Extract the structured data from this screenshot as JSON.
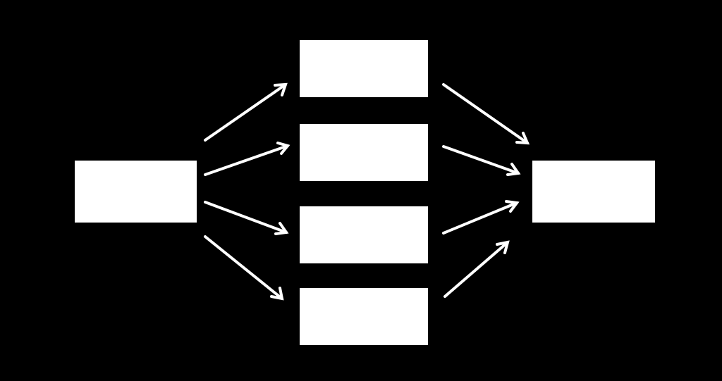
{
  "diagram": {
    "background_color": "#000000",
    "node_color": "#ffffff",
    "edge_color": "#ffffff",
    "nodes": [
      {
        "id": "source",
        "label": ""
      },
      {
        "id": "mid-1",
        "label": ""
      },
      {
        "id": "mid-2",
        "label": ""
      },
      {
        "id": "mid-3",
        "label": ""
      },
      {
        "id": "mid-4",
        "label": ""
      },
      {
        "id": "target",
        "label": ""
      }
    ],
    "edges": [
      {
        "from": "source",
        "to": "mid-1"
      },
      {
        "from": "source",
        "to": "mid-2"
      },
      {
        "from": "source",
        "to": "mid-3"
      },
      {
        "from": "source",
        "to": "mid-4"
      },
      {
        "from": "mid-1",
        "to": "target"
      },
      {
        "from": "mid-2",
        "to": "target"
      },
      {
        "from": "mid-3",
        "to": "target"
      },
      {
        "from": "mid-4",
        "to": "target"
      }
    ]
  }
}
